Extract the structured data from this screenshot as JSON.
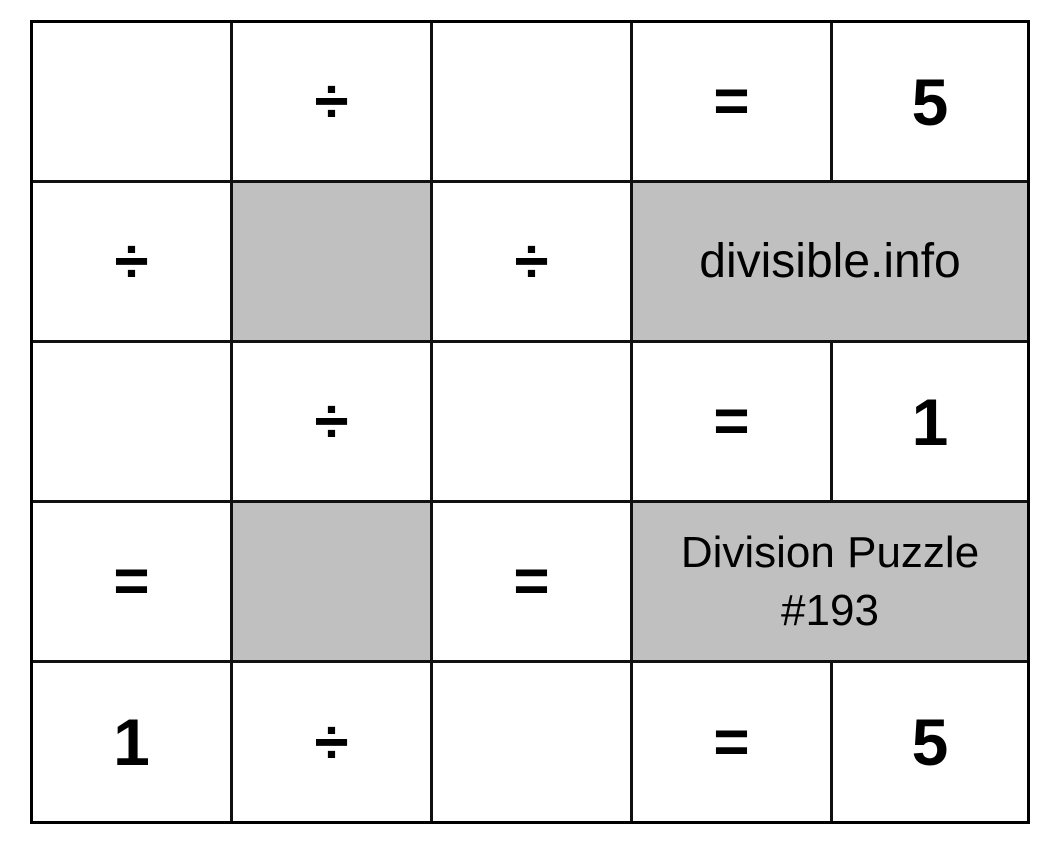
{
  "puzzle": {
    "title_line1": "Division Puzzle",
    "title_line2": "#193",
    "brand": "divisible.info",
    "colors": {
      "border": "#000000",
      "blocked": "#c0c0c0",
      "cell": "#ffffff"
    },
    "rows": [
      [
        "",
        "÷",
        "",
        "=",
        "5"
      ],
      [
        "÷",
        "",
        "÷",
        "",
        ""
      ],
      [
        "",
        "÷",
        "",
        "=",
        "1"
      ],
      [
        "=",
        "",
        "=",
        "",
        ""
      ],
      [
        "1",
        "÷",
        "",
        "=",
        "5"
      ]
    ]
  }
}
